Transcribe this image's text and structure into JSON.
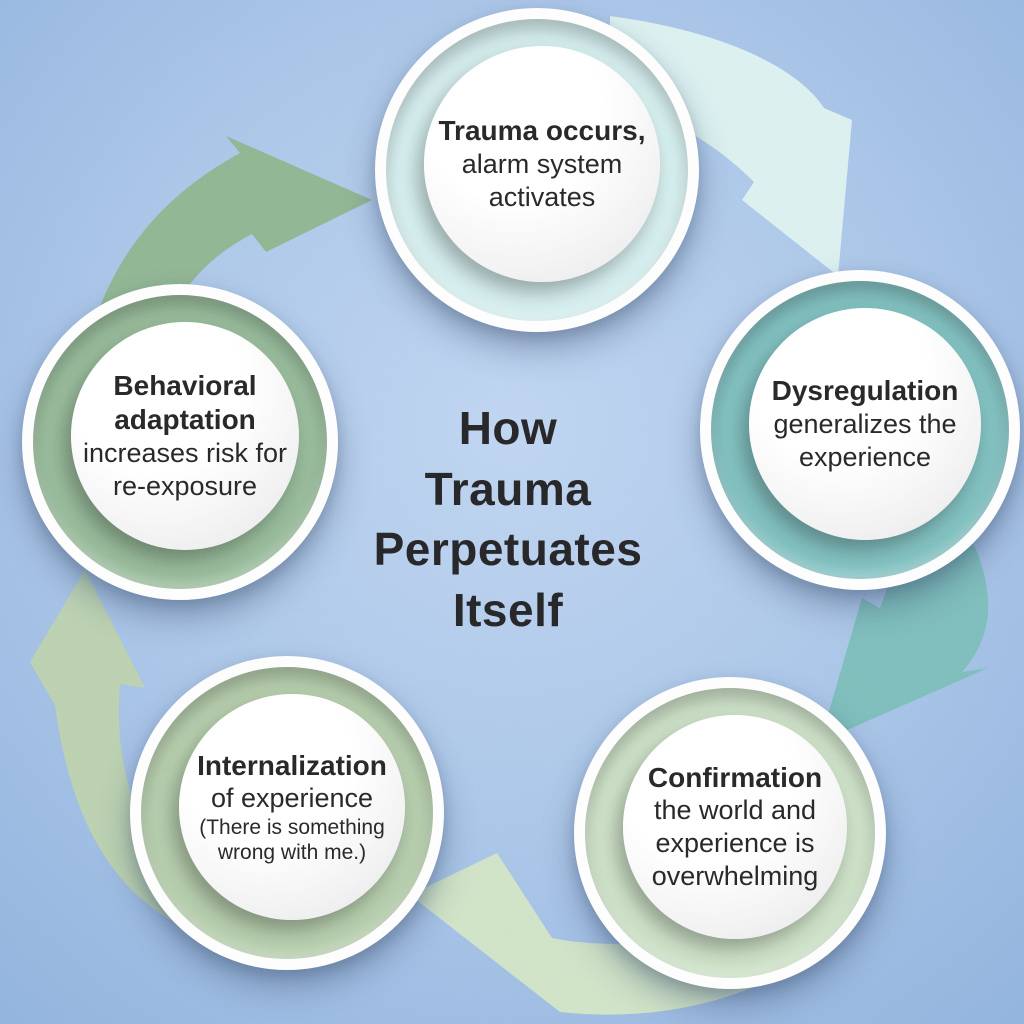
{
  "title": {
    "lines": [
      "How",
      "Trauma",
      "Perpetuates",
      "Itself"
    ],
    "color": "#1c1c1e"
  },
  "background": {
    "base_color": "#a8c4e7",
    "edge_color": "#8db0dc",
    "texture": "speckled-noise"
  },
  "nodes": [
    {
      "id": "trauma",
      "heading": "Trauma occurs,",
      "body_lines": [
        "alarm system",
        "activates"
      ],
      "ring_color": "#d2ecec",
      "position": "top"
    },
    {
      "id": "dysregulation",
      "heading": "Dysregulation",
      "body_lines": [
        "generalizes the",
        "experience"
      ],
      "ring_color": "#7bbdbd",
      "position": "right"
    },
    {
      "id": "confirmation",
      "heading": "Confirmation",
      "body_lines": [
        "the world and",
        "experience is",
        "overwhelming"
      ],
      "ring_color": "#cadfc4",
      "position": "bottom-right"
    },
    {
      "id": "internalization",
      "heading": "Internalization",
      "body_lines": [
        "of experience"
      ],
      "note_lines": [
        "(There is something",
        "wrong with me.)"
      ],
      "ring_color": "#b2cba8",
      "position": "bottom-left"
    },
    {
      "id": "behavioral",
      "heading_lines": [
        "Behavioral",
        "adaptation"
      ],
      "body_lines": [
        "increases risk for",
        "re-exposure"
      ],
      "ring_color": "#93b896",
      "position": "left"
    }
  ],
  "arrows": [
    {
      "name": "behavioral-to-trauma",
      "color": "#8cb38f"
    },
    {
      "name": "trauma-to-dysregulation",
      "color": "#d9efee"
    },
    {
      "name": "dysregulation-to-confirmation",
      "color": "#79bbb9"
    },
    {
      "name": "confirmation-to-internalization",
      "color": "#cee2c5"
    },
    {
      "name": "internalization-to-behavioral",
      "color": "#b8cfad"
    }
  ]
}
